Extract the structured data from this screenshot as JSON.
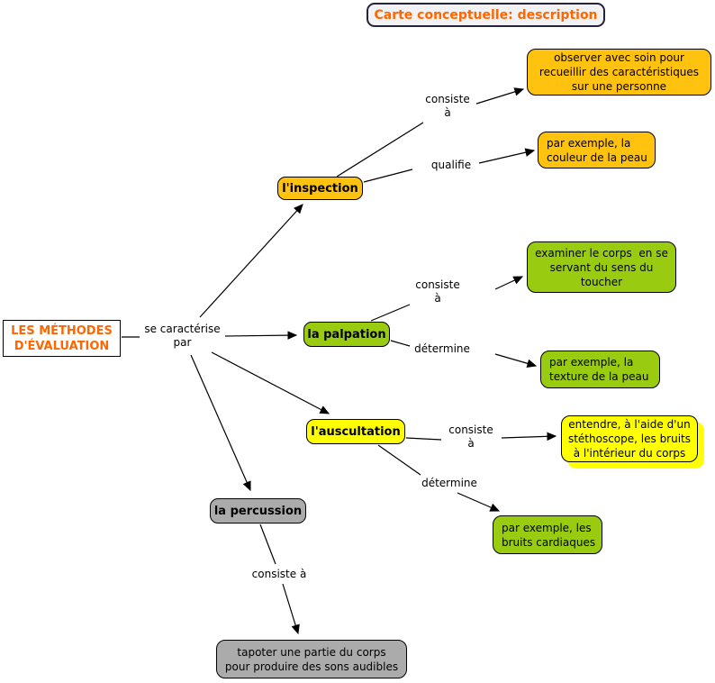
{
  "title": "Carte conceptuelle: description",
  "colors": {
    "title_text": "#ff6600",
    "amber": "#FFC20E",
    "green": "#99CC11",
    "yellow": "#FFFF00",
    "gray": "#ABABAB",
    "line": "#000000"
  },
  "root": {
    "line1": "LES MÉTHODES",
    "line2": "D'ÉVALUATION"
  },
  "links": {
    "se_caracterise": {
      "line1": "se caractérise",
      "line2": "par"
    },
    "consiste_inspection": {
      "line1": "consiste",
      "line2": "à"
    },
    "qualifie": "qualifie",
    "consiste_palpation": {
      "line1": "consiste",
      "line2": "à"
    },
    "determine_palpation": "détermine",
    "consiste_auscultation": {
      "line1": "consiste",
      "line2": "à"
    },
    "determine_auscultation": "détermine",
    "consiste_percussion": "consiste à"
  },
  "nodes": {
    "inspection": {
      "label": "l'inspection"
    },
    "palpation": {
      "label": "la palpation"
    },
    "auscultation": {
      "label": "l'auscultation"
    },
    "percussion": {
      "label": "la percussion"
    }
  },
  "details": {
    "observer": {
      "lines": [
        "observer avec soin pour",
        "recueillir des caractéristiques",
        "sur une personne"
      ]
    },
    "couleur": {
      "lines": [
        "par exemple, la",
        "couleur de la peau"
      ]
    },
    "examiner": {
      "lines": [
        "examiner le corps  en se",
        "servant du sens du",
        "toucher"
      ]
    },
    "texture": {
      "lines": [
        "par exemple, la",
        "texture de la peau"
      ]
    },
    "entendre": {
      "lines": [
        "entendre, à l'aide d'un",
        "stéthoscope, les bruits",
        "à l'intérieur du corps"
      ]
    },
    "bruits": {
      "lines": [
        "par exemple, les",
        "bruits cardiaques"
      ]
    },
    "tapoter": {
      "lines": [
        "tapoter une partie du corps",
        "pour produire des sons audibles"
      ]
    }
  }
}
